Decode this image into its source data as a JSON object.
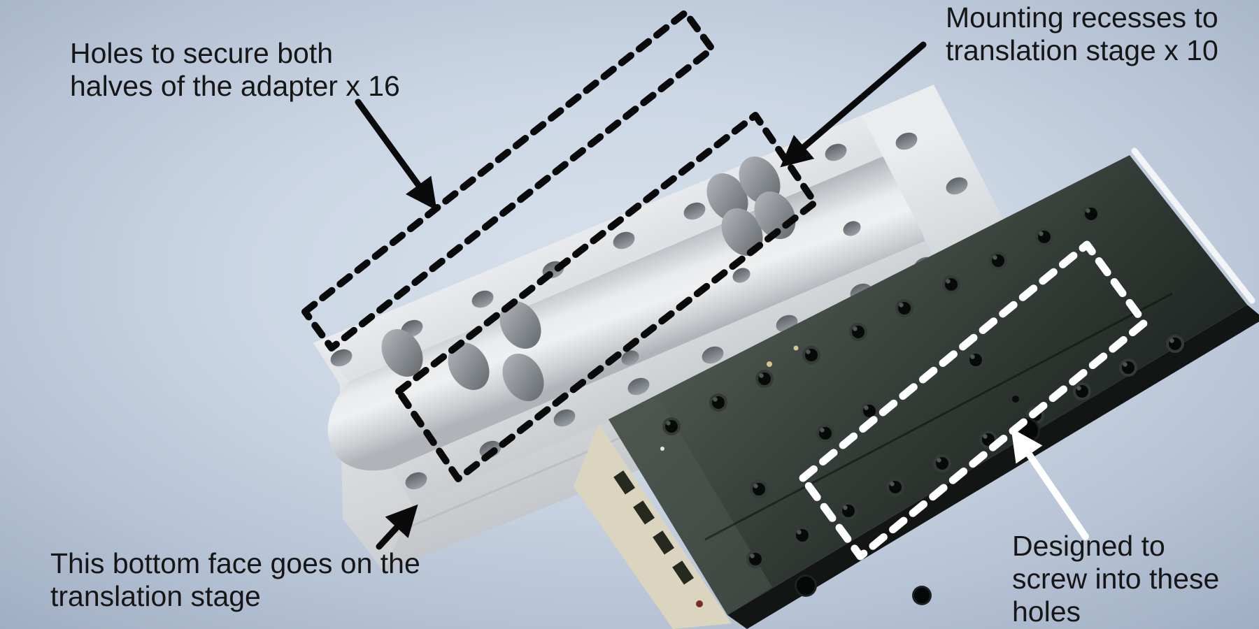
{
  "annotations": {
    "secure_holes": {
      "line1": "Holes to secure both",
      "line2": "halves of the adapter x 16",
      "count": 16
    },
    "mounting_recesses": {
      "line1": "Mounting recesses to",
      "line2": "translation stage x 10",
      "count": 10
    },
    "bottom_face": {
      "line1": "This bottom face goes on the",
      "line2": "translation stage"
    },
    "screw_holes": {
      "line1": "Designed to",
      "line2": "screw into these",
      "line3": "holes"
    }
  },
  "objects": {
    "adapter": {
      "description": "White CAD model of two-part adapter with half-cylinder channel, rows of fastening holes and mounting recesses",
      "body_color": "#e2e4e7",
      "outline_style": "black dashed rectangles"
    },
    "translation_stage": {
      "description": "Photograph of black translation stage top face with threaded holes",
      "body_color": "#2f3632",
      "outline_style": "white dashed rectangle"
    }
  },
  "colors": {
    "background_center": "#d8e1ec",
    "background_edge": "#9dabc1",
    "text": "#161616",
    "arrow_black": "#0a0a0a",
    "arrow_white": "#ffffff",
    "dashed_black": "#0a0a0a",
    "dashed_white": "#ffffff"
  }
}
